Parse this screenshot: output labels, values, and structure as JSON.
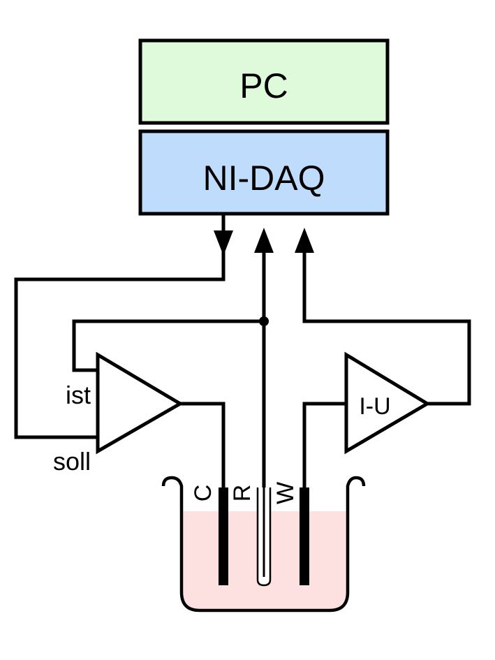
{
  "boxes": {
    "pc": "PC",
    "daq": "NI-DAQ"
  },
  "amplifiers": {
    "potentiostat_inputs": {
      "ist": "ist",
      "soll": "soll"
    },
    "converter": "I-U"
  },
  "electrodes": {
    "counter": "C",
    "reference": "R",
    "working": "W"
  },
  "colors": {
    "pc_fill": "#dffadb",
    "daq_fill": "#bfdcfd",
    "electrolyte_fill": "#fde0e0",
    "line": "#000000"
  }
}
